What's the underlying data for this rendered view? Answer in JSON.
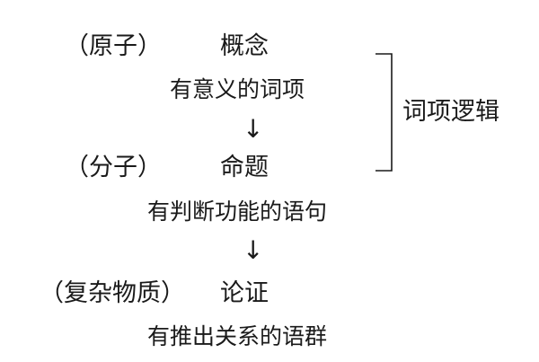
{
  "diagram": {
    "levels": [
      {
        "analogy": "（原子）",
        "term": "概念",
        "description": "有意义的词项"
      },
      {
        "analogy": "（分子）",
        "term": "命题",
        "description": "有判断功能的语句"
      },
      {
        "analogy": "（复杂物质）",
        "term": "论证",
        "description": "有推出关系的语群"
      }
    ],
    "arrow_glyph": "↓",
    "bracket_label": "词项逻辑",
    "colors": {
      "text": "#1a1a1a",
      "line": "#1a1a1a",
      "background": "#ffffff"
    }
  }
}
